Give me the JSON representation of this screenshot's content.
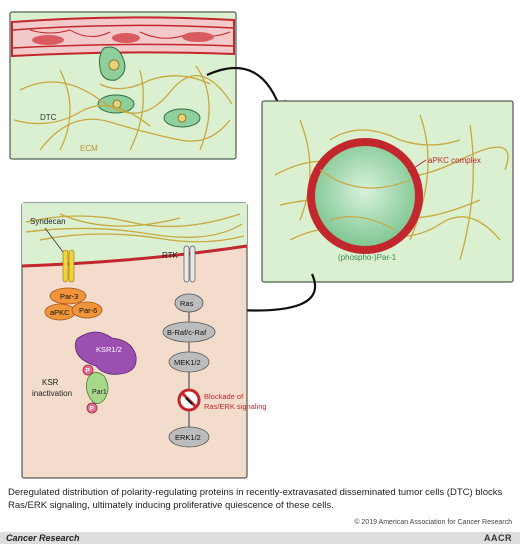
{
  "labels": {
    "dtc": "DTC",
    "ecm": "ECM",
    "apkc_complex": "aPKC complex",
    "phospho_par1": "(phospho-)Par-1",
    "syndecan": "Syndecan",
    "par3": "Par-3",
    "apkc": "aPKC",
    "par6": "Par-6",
    "ksr12": "KSR1/2",
    "par1": "Par1",
    "p": "P",
    "ksr_inactivation_1": "KSR",
    "ksr_inactivation_2": "inactivation",
    "rtk": "RTK",
    "ras": "Ras",
    "braf": "B-Raf/c-Raf",
    "mek": "MEK1/2",
    "erk": "ERK1/2",
    "blockade_1": "Blockade of",
    "blockade_2": "Ras/ERK signaling"
  },
  "caption": "Deregulated distribution of polarity-regulating proteins in recently-extravasated disseminated tumor cells (DTC) blocks Ras/ERK signaling, ultimately inducing proliferative quiescence of these cells.",
  "copyright": "© 2019 American Association for Cancer Research",
  "journal": "Cancer Research",
  "publisher": "AACR",
  "colors": {
    "panel_fill": "#daf0d0",
    "panel_border": "#2c3a2c",
    "fiber": "#c9a840",
    "vessel": "#c1272d",
    "cell_green": "#8fcf9c",
    "apkc_ring": "#c1272d",
    "cell_membrane": "#f2d8c2",
    "orange": "#f0953a",
    "purple": "#9b4fb0",
    "yellow": "#f3d23c",
    "grey_node": "#bcbcbc",
    "blockade_red": "#c1272d"
  }
}
